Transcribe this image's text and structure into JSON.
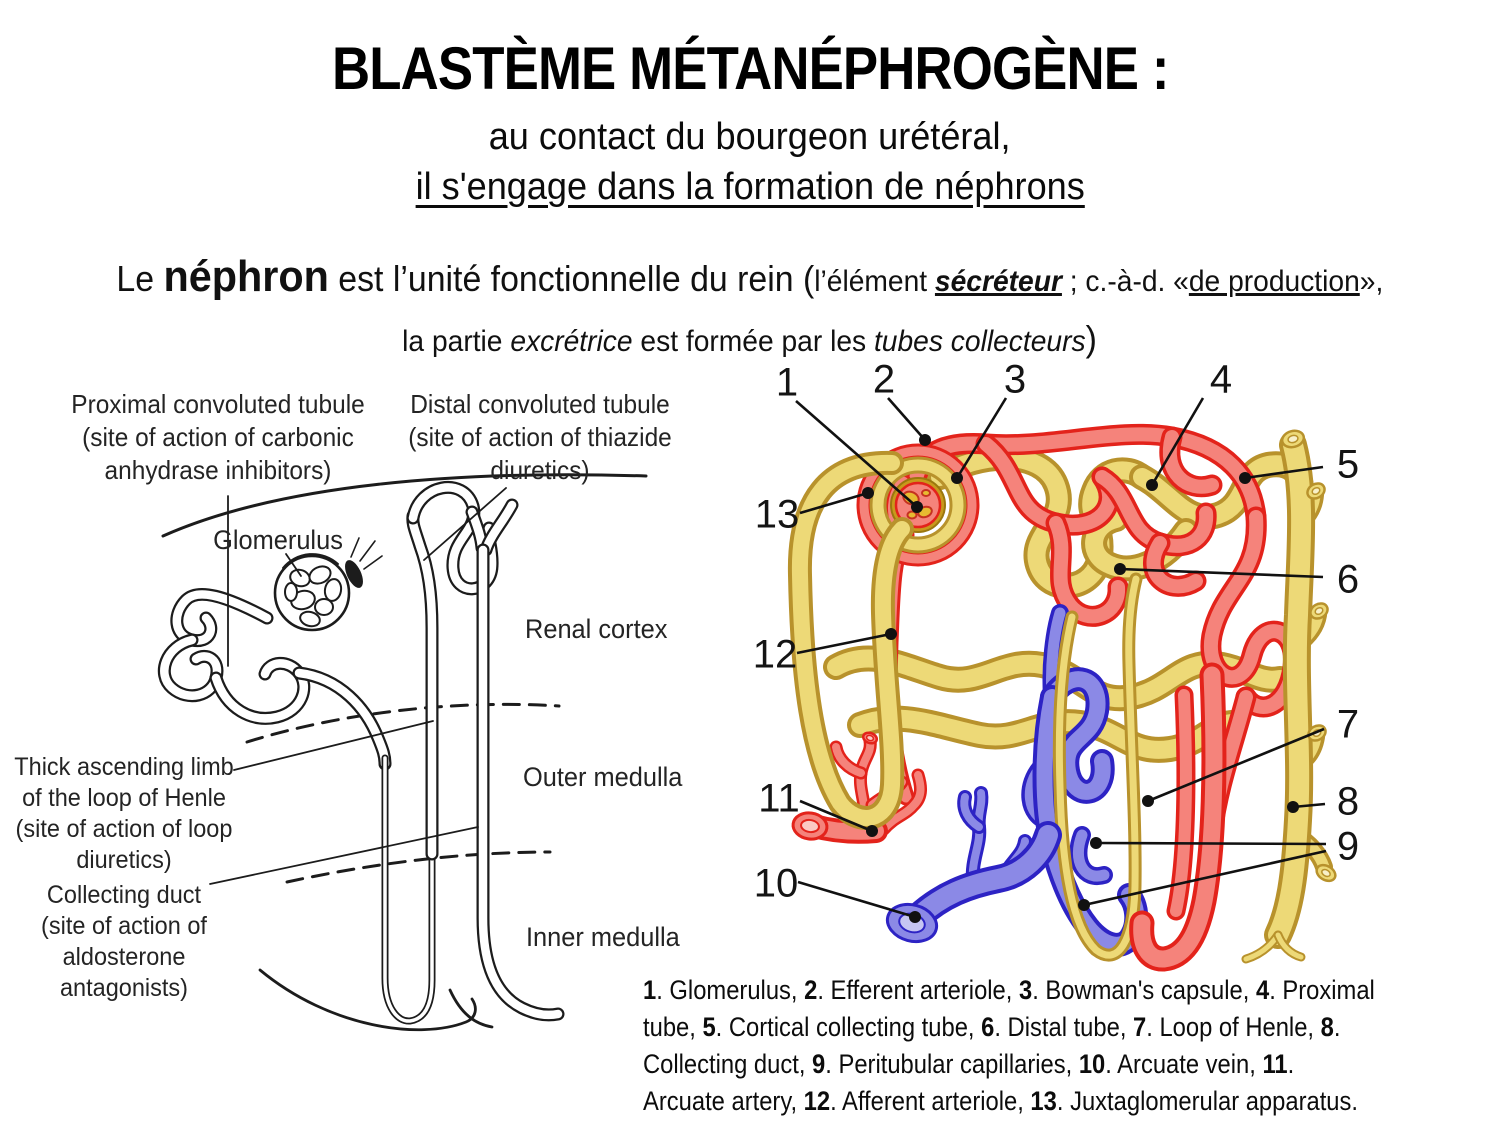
{
  "slide": {
    "title": "BLASTÈME MÉTANÉPHROGÈNE :",
    "subtitle1": "au contact du bourgeon urétéral,",
    "subtitle2": "il s'engage dans la formation de néphrons"
  },
  "intro": {
    "line1": [
      {
        "t": "Le ",
        "s": ""
      },
      {
        "t": "néphron",
        "s": "nb"
      },
      {
        "t": " est l’unité fonctionnelle du rein (",
        "s": ""
      },
      {
        "t": "l’élément ",
        "s": "sm"
      },
      {
        "t": "sécréteur",
        "s": "smbiu"
      },
      {
        "t": " ; c.-à-d. «",
        "s": "sm"
      },
      {
        "t": "de production",
        "s": "smu"
      },
      {
        "t": "»,",
        "s": "sm"
      }
    ],
    "line2": [
      {
        "t": "la partie ",
        "s": "sm"
      },
      {
        "t": "excrétrice",
        "s": "smi"
      },
      {
        "t": " est formée par les ",
        "s": "sm"
      },
      {
        "t": "tubes collecteurs",
        "s": "smi"
      },
      {
        "t": ")",
        "s": ""
      }
    ]
  },
  "left_figure": {
    "ink": "#1c1c1c",
    "labels": {
      "proximal": {
        "lines": [
          "Proximal convoluted tubule",
          "(site of action of carbonic",
          "anhydrase inhibitors)"
        ]
      },
      "distal": {
        "lines": [
          "Distal convoluted tubule",
          "(site of action of thiazide",
          "diuretics)"
        ]
      },
      "glomerulus": "Glomerulus",
      "renal_cortex": "Renal cortex",
      "outer_medulla": "Outer medulla",
      "inner_medulla": "Inner medulla",
      "thick_limb": {
        "lines": [
          "Thick ascending limb",
          "of the loop of Henle",
          "(site of action of loop",
          "diuretics)"
        ]
      },
      "collecting_duct": {
        "lines": [
          "Collecting duct",
          "(site of action of",
          "aldosterone",
          "antagonists)"
        ]
      }
    }
  },
  "right_figure": {
    "colors": {
      "artery": "#f5837b",
      "arteryLine": "#e3231b",
      "vein": "#8b89e6",
      "veinLine": "#2d23c4",
      "tubule": "#edd977",
      "tubuleLine": "#b8922c",
      "ink": "#1c1c1c"
    },
    "callouts": [
      {
        "label": "1"
      },
      {
        "label": "2"
      },
      {
        "label": "3"
      },
      {
        "label": "4"
      },
      {
        "label": "5"
      },
      {
        "label": "6"
      },
      {
        "label": "7"
      },
      {
        "label": "8"
      },
      {
        "label": "9"
      },
      {
        "label": "10"
      },
      {
        "label": "11"
      },
      {
        "label": "12"
      },
      {
        "label": "13"
      }
    ]
  },
  "caption": {
    "lines": [
      [
        {
          "t": "1",
          "s": "b"
        },
        {
          "t": ". Glomerulus, ",
          "s": ""
        },
        {
          "t": "2",
          "s": "b"
        },
        {
          "t": ". Efferent arteriole, ",
          "s": ""
        },
        {
          "t": "3",
          "s": "b"
        },
        {
          "t": ". Bowman's capsule, ",
          "s": ""
        },
        {
          "t": "4",
          "s": "b"
        },
        {
          "t": ". Proximal",
          "s": ""
        }
      ],
      [
        {
          "t": "tube, ",
          "s": ""
        },
        {
          "t": "5",
          "s": "b"
        },
        {
          "t": ". Cortical collecting tube, ",
          "s": ""
        },
        {
          "t": "6",
          "s": "b"
        },
        {
          "t": ". Distal tube, ",
          "s": ""
        },
        {
          "t": "7",
          "s": "b"
        },
        {
          "t": ". Loop of Henle, ",
          "s": ""
        },
        {
          "t": "8",
          "s": "b"
        },
        {
          "t": ".",
          "s": ""
        }
      ],
      [
        {
          "t": "Collecting duct, ",
          "s": ""
        },
        {
          "t": "9",
          "s": "b"
        },
        {
          "t": ". Peritubular capillaries, ",
          "s": ""
        },
        {
          "t": "10",
          "s": "b"
        },
        {
          "t": ". Arcuate vein, ",
          "s": ""
        },
        {
          "t": "11",
          "s": "b"
        },
        {
          "t": ".",
          "s": ""
        }
      ],
      [
        {
          "t": "Arcuate artery, ",
          "s": ""
        },
        {
          "t": "12",
          "s": "b"
        },
        {
          "t": ". Afferent arteriole, ",
          "s": ""
        },
        {
          "t": "13",
          "s": "b"
        },
        {
          "t": ". Juxtaglomerular apparatus.",
          "s": ""
        }
      ]
    ]
  }
}
